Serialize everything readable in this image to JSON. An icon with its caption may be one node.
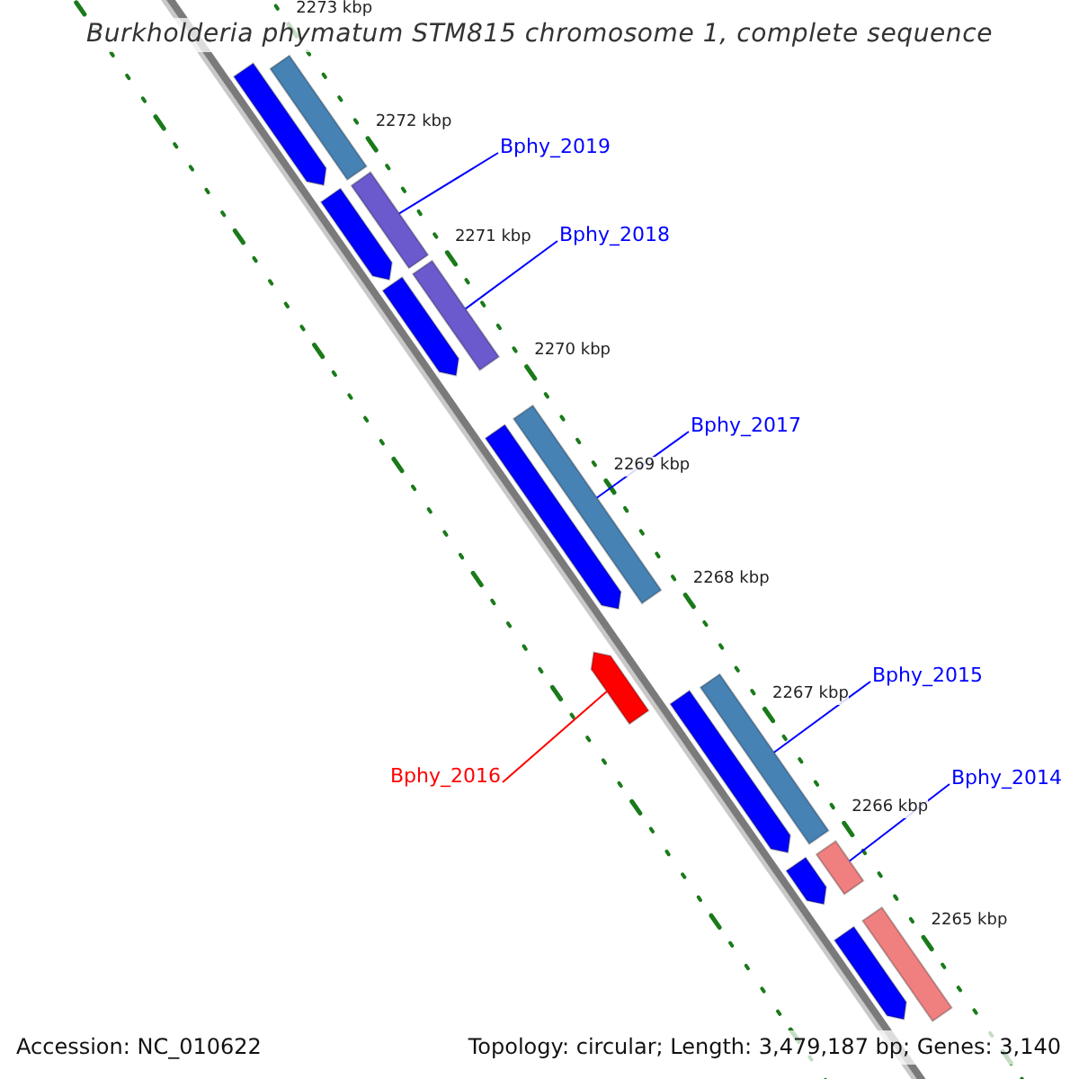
{
  "diagram": {
    "title": "Burkholderia phymatum STM815 chromosome 1, complete sequence",
    "nodes": [
      {
        "text": [
          "Bphy_2019"
        ]
      },
      {
        "text": [],
        "shape": "bar"
      },
      {
        "text": [
          "Bphy_2018"
        ]
      },
      {
        "text": [],
        "shape": "bar"
      },
      {
        "text": [
          "Bphy_2017"
        ]
      },
      {
        "text": [],
        "shape": "bar"
      },
      {
        "text": [
          "Bphy_2016"
        ]
      },
      {
        "text": [],
        "shape": "arrow"
      },
      {
        "text": [
          "Bphy_2015"
        ]
      },
      {
        "text": [],
        "shape": "bar"
      },
      {
        "text": [
          "Bphy_2014"
        ]
      },
      {
        "text": [],
        "shape": "bar"
      },
      {
        "text": [],
        "shape": "bar"
      },
      {
        "text": [],
        "shape": "arrow"
      },
      {
        "text": [],
        "shape": "arrow"
      },
      {
        "text": [],
        "shape": "arrow"
      },
      {
        "text": [],
        "shape": "arrow"
      },
      {
        "text": [],
        "shape": "arrow"
      },
      {
        "text": [],
        "shape": "arrow"
      },
      {
        "text": [],
        "shape": "arrow"
      },
      {
        "text": [],
        "shape": "bar"
      }
    ],
    "edges": [
      {
        "from": 0,
        "to": 1,
        "arrow": "none"
      },
      {
        "from": 2,
        "to": 3,
        "arrow": "none"
      },
      {
        "from": 4,
        "to": 5,
        "arrow": "none"
      },
      {
        "from": 6,
        "to": 7,
        "arrow": "none",
        "color": "#ff0000"
      },
      {
        "from": 8,
        "to": 9,
        "arrow": "none"
      },
      {
        "from": 10,
        "to": 11,
        "arrow": "none"
      }
    ],
    "labels": [
      "2273 kbp",
      "2272 kbp",
      "2271 kbp",
      "2270 kbp",
      "2269 kbp",
      "2268 kbp",
      "2267 kbp",
      "2266 kbp",
      "2265 kbp",
      "Accession: NC_010622",
      "Topology: circular; Length: 3,479,187 bp; Genes: 3,140"
    ]
  }
}
